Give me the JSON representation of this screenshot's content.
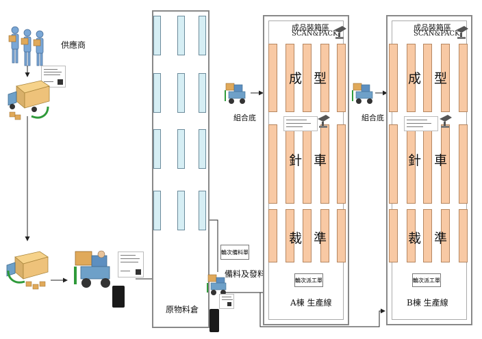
{
  "supplier": {
    "label": "供應商",
    "icon": "people-carrying-boxes-icon"
  },
  "warehouse": {
    "label": "原物料倉"
  },
  "prep": {
    "label": "備料及發料",
    "doc_label": "輪次備料單"
  },
  "forklift_label_a": "組合底",
  "forklift_label_b": "組合底",
  "line_a": {
    "pack_label": "成品裝箱區",
    "scan_label": "SCAN&PACK",
    "chars": [
      "成",
      "型",
      "針",
      "車",
      "裁",
      "準"
    ],
    "doc_label": "輪次派工單",
    "caption": "A棟 生產線"
  },
  "line_b": {
    "pack_label": "成品裝箱區",
    "scan_label": "SCAN&PACK",
    "chars": [
      "成",
      "型",
      "針",
      "車",
      "裁",
      "準"
    ],
    "doc_label": "輪次派工單",
    "caption": "B棟 生產線"
  },
  "colors": {
    "bar_fill": "#f8c9a4",
    "slot_fill": "#d6eef4",
    "frame": "#888888"
  }
}
